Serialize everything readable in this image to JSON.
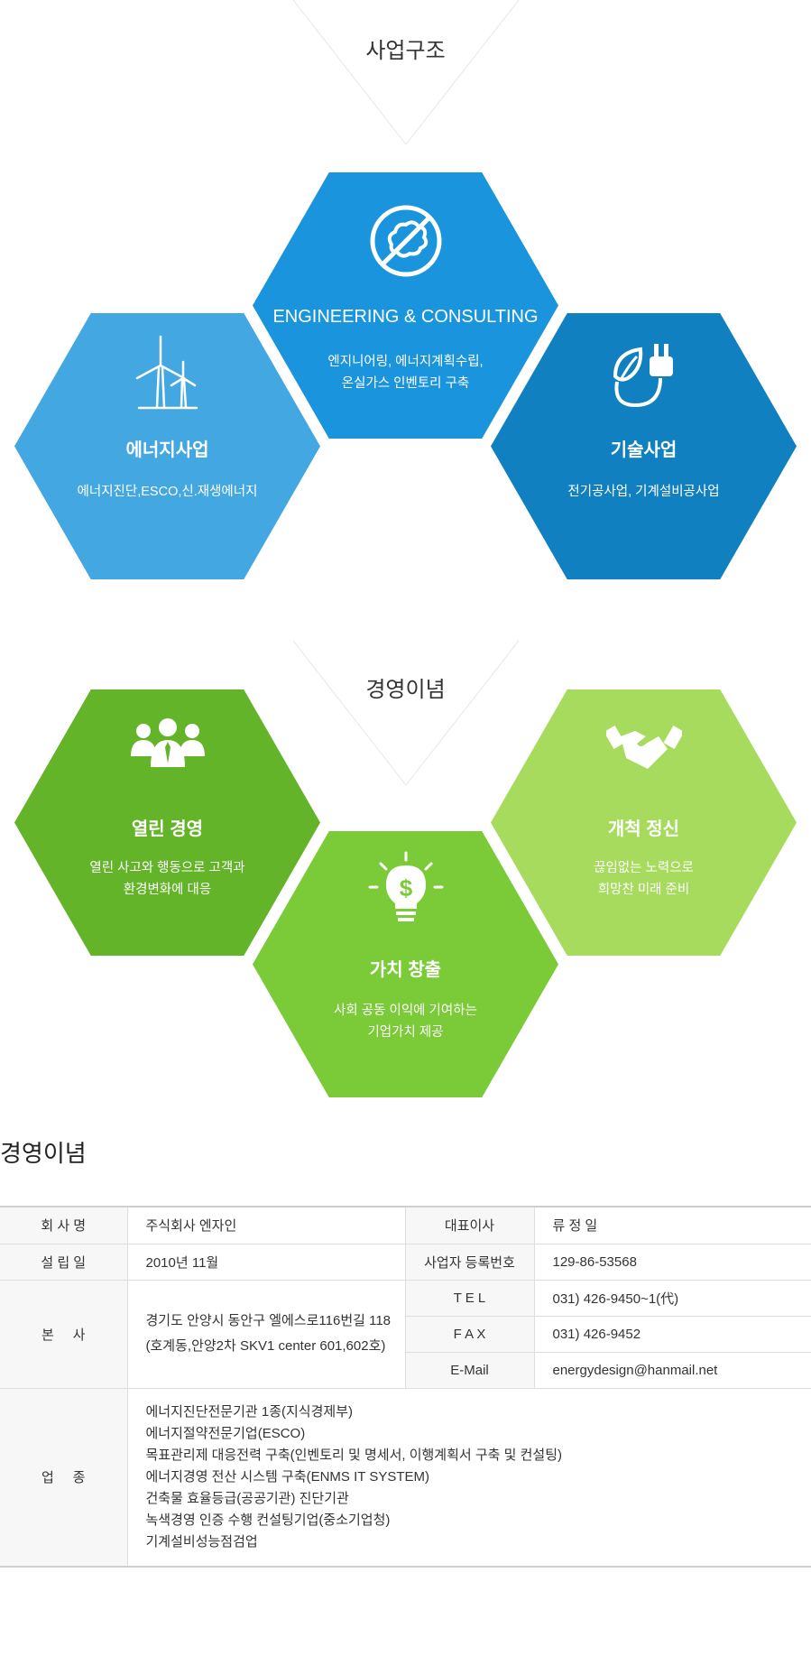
{
  "structure": {
    "title": "사업구조",
    "hexes": [
      {
        "key": "engineering",
        "title": "ENGINEERING & CONSULTING",
        "desc": [
          "엔지니어링,  에너지계획수립,",
          "온실가스 인벤토리 구축"
        ],
        "color": "#1a95dd",
        "icon": "no-pollution-icon"
      },
      {
        "key": "energy",
        "title": "에너지사업",
        "desc": [
          "에너지진단,ESCO,신.재생에너지"
        ],
        "color": "#43a7e1",
        "icon": "wind-turbine-icon"
      },
      {
        "key": "tech",
        "title": "기술사업",
        "desc": [
          "전기공사업, 기계설비공사업"
        ],
        "color": "#1180c0",
        "icon": "leaf-plug-icon"
      }
    ]
  },
  "philosophy": {
    "title": "경영이념",
    "hexes": [
      {
        "key": "open",
        "title": "열린 경영",
        "desc": [
          "열린 사고와 행동으로 고객과",
          "환경변화에 대응"
        ],
        "color": "#64b42a",
        "icon": "people-group-icon"
      },
      {
        "key": "value",
        "title": "가치 창출",
        "desc": [
          "사회 공동 이익에 기여하는",
          "기업가치 제공"
        ],
        "color": "#7bcb39",
        "icon": "money-bulb-icon"
      },
      {
        "key": "pioneer",
        "title": "개척 정신",
        "desc": [
          "끊임없는 노력으로",
          "희망찬 미래 준비"
        ],
        "color": "#a6db5e",
        "icon": "handshake-icon"
      }
    ]
  },
  "info": {
    "heading": "경영이념",
    "company_label": "회 사 명",
    "company_value": "주식회사 엔자인",
    "ceo_label": "대표이사",
    "ceo_value": "류 정 일",
    "founded_label": "설 립 일",
    "founded_value": "2010년 11월",
    "regno_label": "사업자 등록번호",
    "regno_value": "129-86-53568",
    "hq_label": "본     사",
    "hq_address1": "경기도 안양시 동안구 엘에스로116번길 118",
    "hq_address2": "(호계동,안양2차 SKV1 center 601,602호)",
    "tel_label": "T E L",
    "tel_value": "031) 426-9450~1(代)",
    "fax_label": "F A X",
    "fax_value": "031) 426-9452",
    "email_label": "E-Mail",
    "email_value": "energydesign@hanmail.net",
    "business_label": "업     종",
    "business_lines": [
      "에너지진단전문기관 1종(지식경제부)",
      "에너지절약전문기업(ESCO)",
      "목표관리제 대응전력 구축(인벤토리  및 명세서, 이행계획서 구축  및  컨설팅)",
      "에너지경영 전산 시스템 구축(ENMS IT SYSTEM)",
      "건축물 효율등급(공공기관) 진단기관",
      "녹색경영 인증 수행 컨설팅기업(중소기업청)",
      "기계설비성능점검업"
    ]
  }
}
